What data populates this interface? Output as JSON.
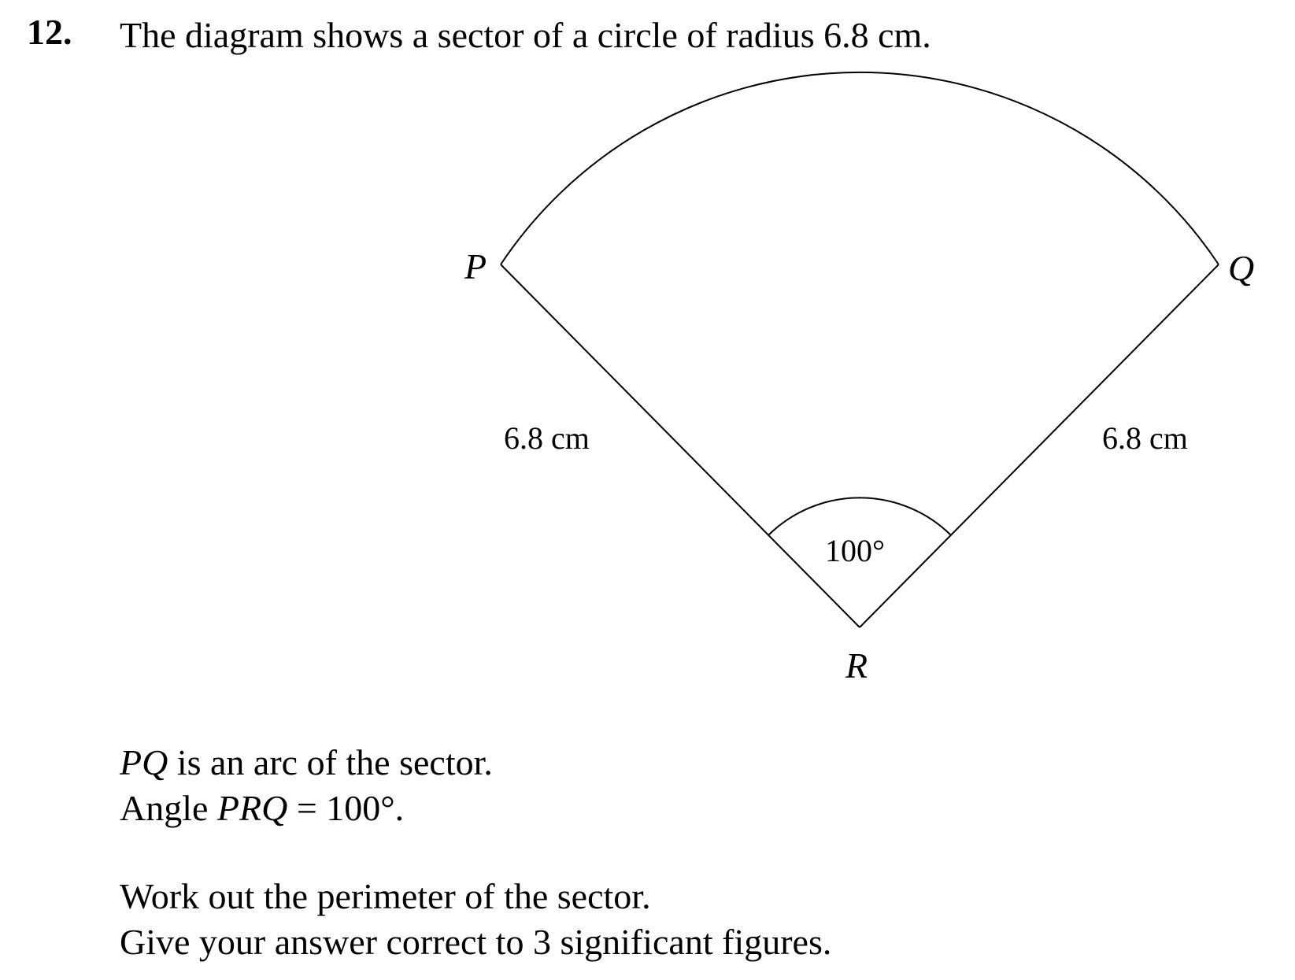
{
  "question": {
    "number": "12.",
    "intro": "The diagram shows a sector of a circle of radius 6.8 cm."
  },
  "diagram": {
    "point_p": "P",
    "point_q": "Q",
    "point_r": "R",
    "side_rp_label": "6.8 cm",
    "side_rq_label": "6.8 cm",
    "angle_label": "100°"
  },
  "statements": {
    "line1_var": "PQ",
    "line1_rest": " is an arc of the sector.",
    "line2_start": "Angle ",
    "line2_var": "PRQ",
    "line2_rest": " = 100°."
  },
  "task": {
    "line1": "Work out the perimeter of the sector.",
    "line2": "Give your answer correct to 3 significant figures."
  }
}
